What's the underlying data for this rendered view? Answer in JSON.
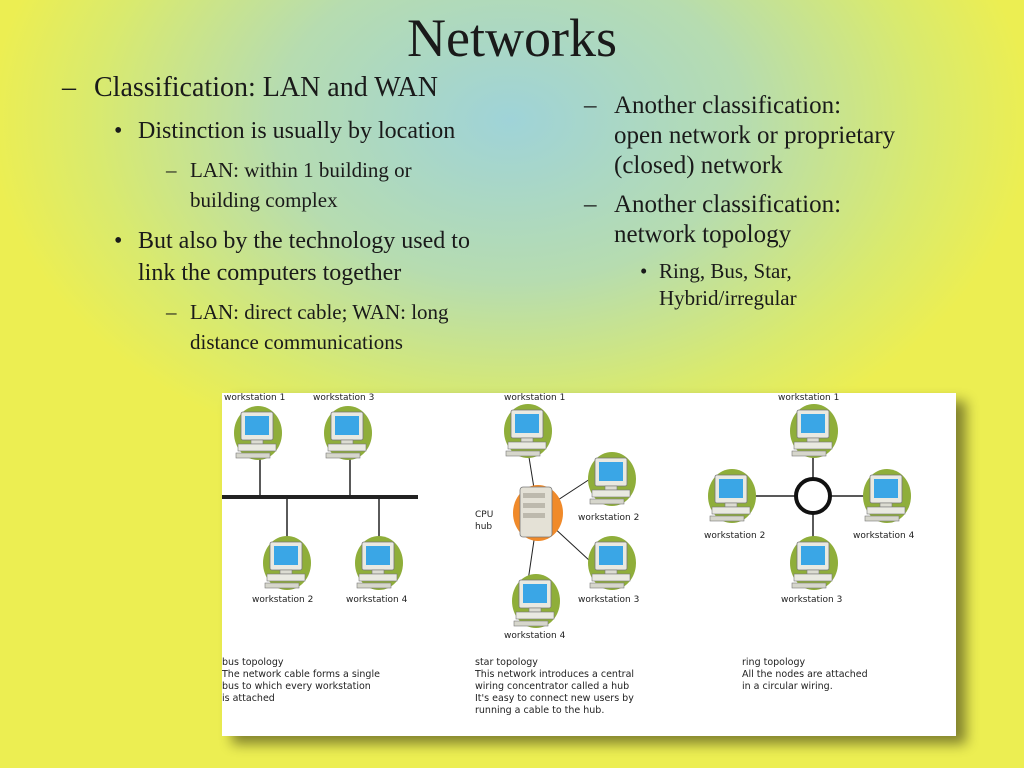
{
  "slide": {
    "title": "Networks"
  },
  "left": {
    "l1_mark": "–",
    "l1_text": "Classification:  LAN and WAN",
    "b1_mark": "•",
    "b1_text": "Distinction is usually by location",
    "b1_sub_mark": "–",
    "b1_sub_line1": "LAN:  within 1 building or",
    "b1_sub_line2": "building complex",
    "b2_mark": "•",
    "b2_line1": "But also by the technology used to",
    "b2_line2": "link the computers together",
    "b2_sub_mark": "–",
    "b2_sub_line1": "LAN:  direct cable;  WAN:  long",
    "b2_sub_line2": "distance communications"
  },
  "right": {
    "r1_mark": "–",
    "r1_line1": "Another classification:",
    "r1_line2": "open network or proprietary",
    "r1_line3": "(closed) network",
    "r2_mark": "–",
    "r2_line1": "Another classification:",
    "r2_line2": "network topology",
    "r2_sub_mark": "•",
    "r2_sub_line1": "Ring, Bus, Star,",
    "r2_sub_line2": "Hybrid/irregular"
  },
  "diagram": {
    "bus": {
      "ws1": "workstation 1",
      "ws3": "workstation 3",
      "ws2": "workstation 2",
      "ws4": "workstation 4",
      "cap_title": "bus topology",
      "cap_line1": "The network cable forms a single",
      "cap_line2": "bus to which every workstation",
      "cap_line3": "is attached"
    },
    "star": {
      "ws1": "workstation 1",
      "ws2": "workstation 2",
      "ws3": "workstation 3",
      "ws4": "workstation 4",
      "hub_line1": "CPU",
      "hub_line2": "hub",
      "cap_title": "star topology",
      "cap_line1": "This network introduces a central",
      "cap_line2": "wiring concentrator called a hub",
      "cap_line3": "It's easy to connect new users by",
      "cap_line4": "running a cable to the hub."
    },
    "ring": {
      "ws1": "workstation 1",
      "ws2": "workstation 2",
      "ws3": "workstation 3",
      "ws4": "workstation 4",
      "cap_title": "ring topology",
      "cap_line1": "All the nodes are attached",
      "cap_line2": "in a circular wiring."
    },
    "colors": {
      "monitor_frame": "#e9e9e1",
      "screen": "#3aa6e6",
      "halo": "#8fae3a",
      "hub_halo": "#f08a2a",
      "line": "#222222"
    }
  }
}
